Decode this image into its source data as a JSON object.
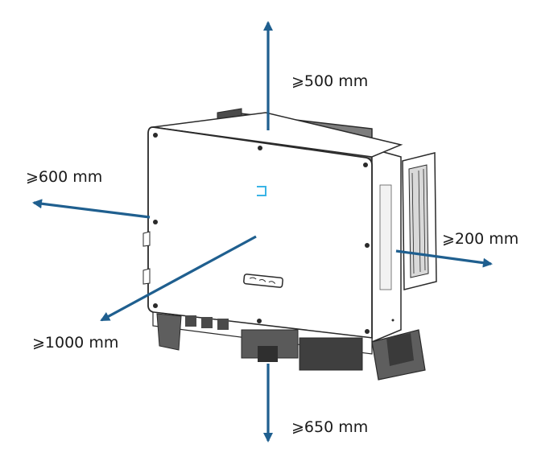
{
  "clearances": {
    "top": "⩾500 mm",
    "left": "⩾600 mm",
    "right": "⩾200 mm",
    "front": "⩾1000 mm",
    "bottom": "⩾650 mm"
  },
  "colors": {
    "arrow": "#1f5f8f",
    "outline": "#2a2a2a",
    "panel": "#ffffff",
    "shadow": "#8c8c8c",
    "indicator": "#39b4e6"
  },
  "icons": {
    "indicator": "status-led-icon",
    "logo": "brand-logo"
  }
}
